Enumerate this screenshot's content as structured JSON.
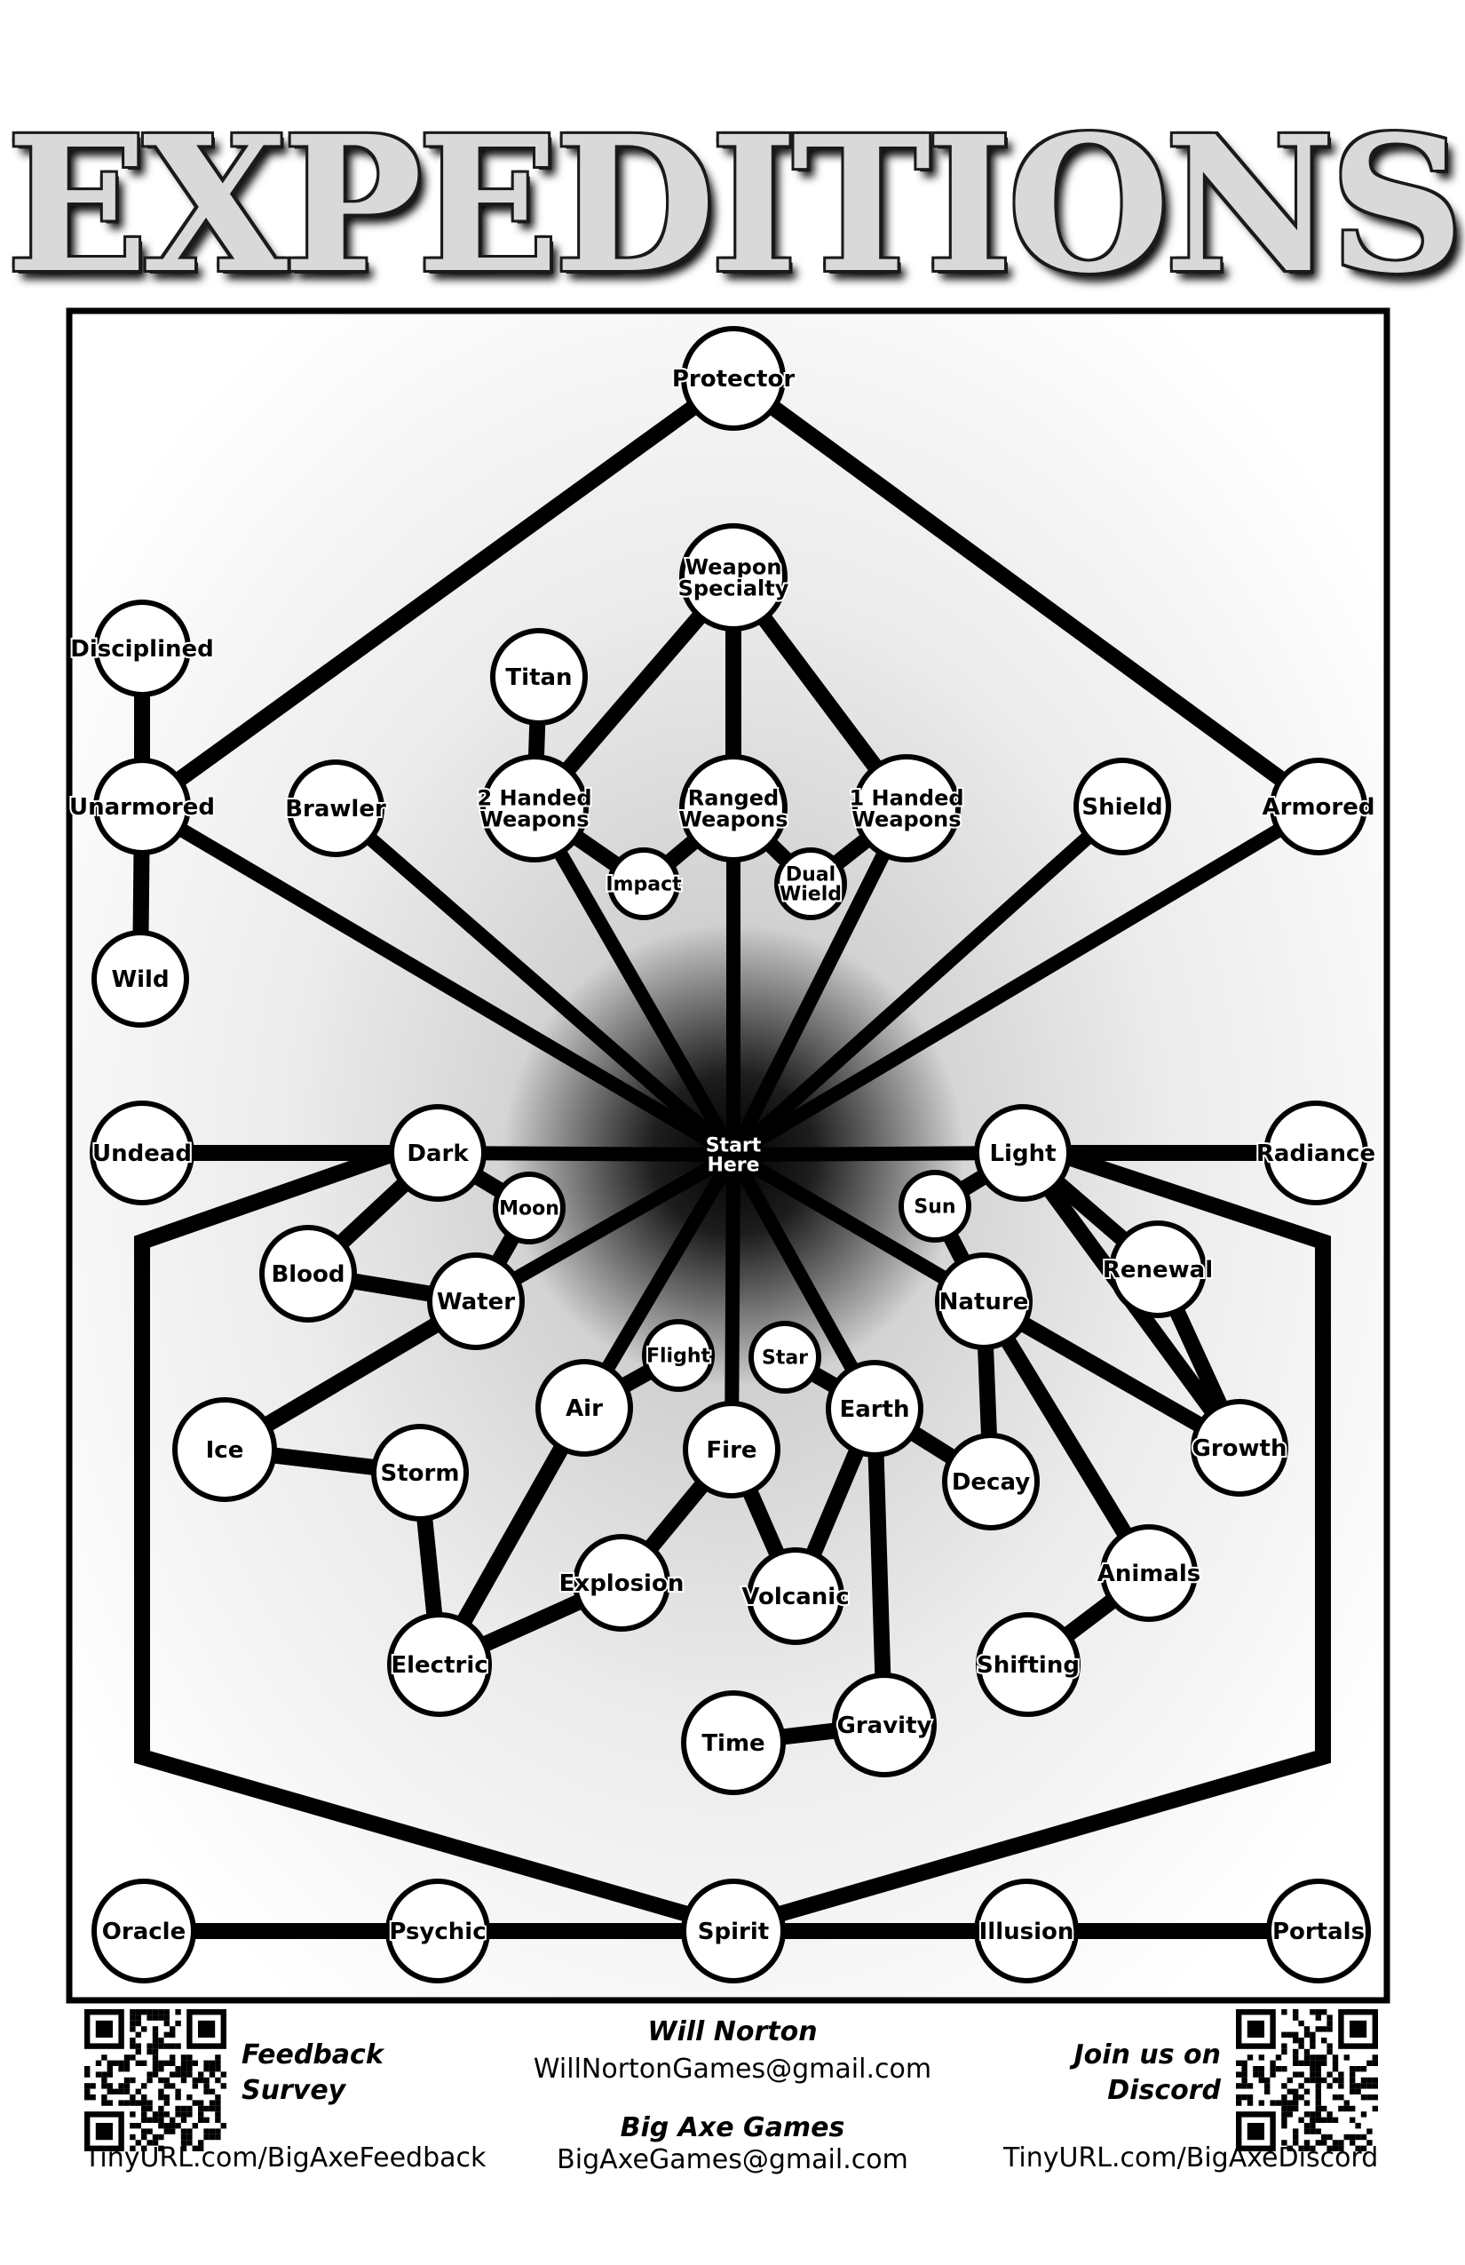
{
  "title": "EXPEDITIONS",
  "diagram": {
    "nodes": [
      {
        "id": "protector",
        "lines": [
          "Protector"
        ]
      },
      {
        "id": "weapon-specialty",
        "lines": [
          "Weapon",
          "Specialty"
        ]
      },
      {
        "id": "disciplined",
        "lines": [
          "Disciplined"
        ]
      },
      {
        "id": "titan",
        "lines": [
          "Titan"
        ]
      },
      {
        "id": "unarmored",
        "lines": [
          "Unarmored"
        ]
      },
      {
        "id": "brawler",
        "lines": [
          "Brawler"
        ]
      },
      {
        "id": "two-handed",
        "lines": [
          "2 Handed",
          "Weapons"
        ]
      },
      {
        "id": "ranged",
        "lines": [
          "Ranged",
          "Weapons"
        ]
      },
      {
        "id": "one-handed",
        "lines": [
          "1 Handed",
          "Weapons"
        ]
      },
      {
        "id": "shield",
        "lines": [
          "Shield"
        ]
      },
      {
        "id": "armored",
        "lines": [
          "Armored"
        ]
      },
      {
        "id": "impact",
        "lines": [
          "Impact"
        ]
      },
      {
        "id": "dual-wield",
        "lines": [
          "Dual",
          "Wield"
        ]
      },
      {
        "id": "wild",
        "lines": [
          "Wild"
        ]
      },
      {
        "id": "start",
        "lines": [
          "Start",
          "Here"
        ]
      },
      {
        "id": "undead",
        "lines": [
          "Undead"
        ]
      },
      {
        "id": "dark",
        "lines": [
          "Dark"
        ]
      },
      {
        "id": "moon",
        "lines": [
          "Moon"
        ]
      },
      {
        "id": "light",
        "lines": [
          "Light"
        ]
      },
      {
        "id": "sun",
        "lines": [
          "Sun"
        ]
      },
      {
        "id": "radiance",
        "lines": [
          "Radiance"
        ]
      },
      {
        "id": "blood",
        "lines": [
          "Blood"
        ]
      },
      {
        "id": "water",
        "lines": [
          "Water"
        ]
      },
      {
        "id": "renewal",
        "lines": [
          "Renewal"
        ]
      },
      {
        "id": "nature",
        "lines": [
          "Nature"
        ]
      },
      {
        "id": "flight",
        "lines": [
          "Flight"
        ]
      },
      {
        "id": "star",
        "lines": [
          "Star"
        ]
      },
      {
        "id": "air",
        "lines": [
          "Air"
        ]
      },
      {
        "id": "earth",
        "lines": [
          "Earth"
        ]
      },
      {
        "id": "ice",
        "lines": [
          "Ice"
        ]
      },
      {
        "id": "fire",
        "lines": [
          "Fire"
        ]
      },
      {
        "id": "storm",
        "lines": [
          "Storm"
        ]
      },
      {
        "id": "decay",
        "lines": [
          "Decay"
        ]
      },
      {
        "id": "growth",
        "lines": [
          "Growth"
        ]
      },
      {
        "id": "animals",
        "lines": [
          "Animals"
        ]
      },
      {
        "id": "explosion",
        "lines": [
          "Explosion"
        ]
      },
      {
        "id": "volcanic",
        "lines": [
          "Volcanic"
        ]
      },
      {
        "id": "electric",
        "lines": [
          "Electric"
        ]
      },
      {
        "id": "shifting",
        "lines": [
          "Shifting"
        ]
      },
      {
        "id": "gravity",
        "lines": [
          "Gravity"
        ]
      },
      {
        "id": "time",
        "lines": [
          "Time"
        ]
      },
      {
        "id": "oracle",
        "lines": [
          "Oracle"
        ]
      },
      {
        "id": "psychic",
        "lines": [
          "Psychic"
        ]
      },
      {
        "id": "spirit",
        "lines": [
          "Spirit"
        ]
      },
      {
        "id": "illusion",
        "lines": [
          "Illusion"
        ]
      },
      {
        "id": "portals",
        "lines": [
          "Portals"
        ]
      }
    ],
    "edges": [
      [
        "protector",
        "unarmored"
      ],
      [
        "protector",
        "armored"
      ],
      [
        "weapon-specialty",
        "two-handed"
      ],
      [
        "weapon-specialty",
        "ranged"
      ],
      [
        "weapon-specialty",
        "one-handed"
      ],
      [
        "disciplined",
        "unarmored"
      ],
      [
        "unarmored",
        "wild"
      ],
      [
        "titan",
        "two-handed"
      ],
      [
        "two-handed",
        "impact"
      ],
      [
        "impact",
        "ranged"
      ],
      [
        "ranged",
        "dual-wield"
      ],
      [
        "dual-wield",
        "one-handed"
      ],
      [
        "start",
        "unarmored"
      ],
      [
        "start",
        "brawler"
      ],
      [
        "start",
        "two-handed"
      ],
      [
        "start",
        "ranged"
      ],
      [
        "start",
        "one-handed"
      ],
      [
        "start",
        "shield"
      ],
      [
        "start",
        "armored"
      ],
      [
        "start",
        "dark"
      ],
      [
        "start",
        "light"
      ],
      [
        "start",
        "water"
      ],
      [
        "start",
        "air"
      ],
      [
        "start",
        "fire"
      ],
      [
        "start",
        "earth"
      ],
      [
        "start",
        "nature"
      ],
      [
        "undead",
        "dark"
      ],
      [
        "light",
        "radiance"
      ],
      [
        "dark",
        "moon"
      ],
      [
        "dark",
        "blood"
      ],
      [
        "moon",
        "water"
      ],
      [
        "blood",
        "water"
      ],
      [
        "water",
        "ice"
      ],
      [
        "light",
        "sun"
      ],
      [
        "sun",
        "nature"
      ],
      [
        "light",
        "renewal"
      ],
      [
        "light",
        "growth"
      ],
      [
        "renewal",
        "growth"
      ],
      [
        "nature",
        "decay"
      ],
      [
        "nature",
        "growth"
      ],
      [
        "nature",
        "animals"
      ],
      [
        "animals",
        "shifting"
      ],
      [
        "air",
        "flight"
      ],
      [
        "air",
        "electric"
      ],
      [
        "ice",
        "storm"
      ],
      [
        "storm",
        "electric"
      ],
      [
        "electric",
        "explosion"
      ],
      [
        "explosion",
        "fire"
      ],
      [
        "fire",
        "volcanic"
      ],
      [
        "earth",
        "volcanic"
      ],
      [
        "star",
        "earth"
      ],
      [
        "earth",
        "decay"
      ],
      [
        "earth",
        "gravity"
      ],
      [
        "gravity",
        "time"
      ],
      [
        "oracle",
        "psychic"
      ],
      [
        "psychic",
        "spirit"
      ],
      [
        "spirit",
        "illusion"
      ],
      [
        "illusion",
        "portals"
      ]
    ]
  },
  "footer": {
    "feedback_line1": "Feedback",
    "feedback_line2": "Survey",
    "feedback_url": "TinyURL.com/BigAxeFeedback",
    "author_name": "Will Norton",
    "author_email": "WillNortonGames@gmail.com",
    "company_name": "Big Axe Games",
    "company_email": "BigAxeGames@gmail.com",
    "discord_line1": "Join us on",
    "discord_line2": "Discord",
    "discord_url": "TinyURL.com/BigAxeDiscord"
  }
}
